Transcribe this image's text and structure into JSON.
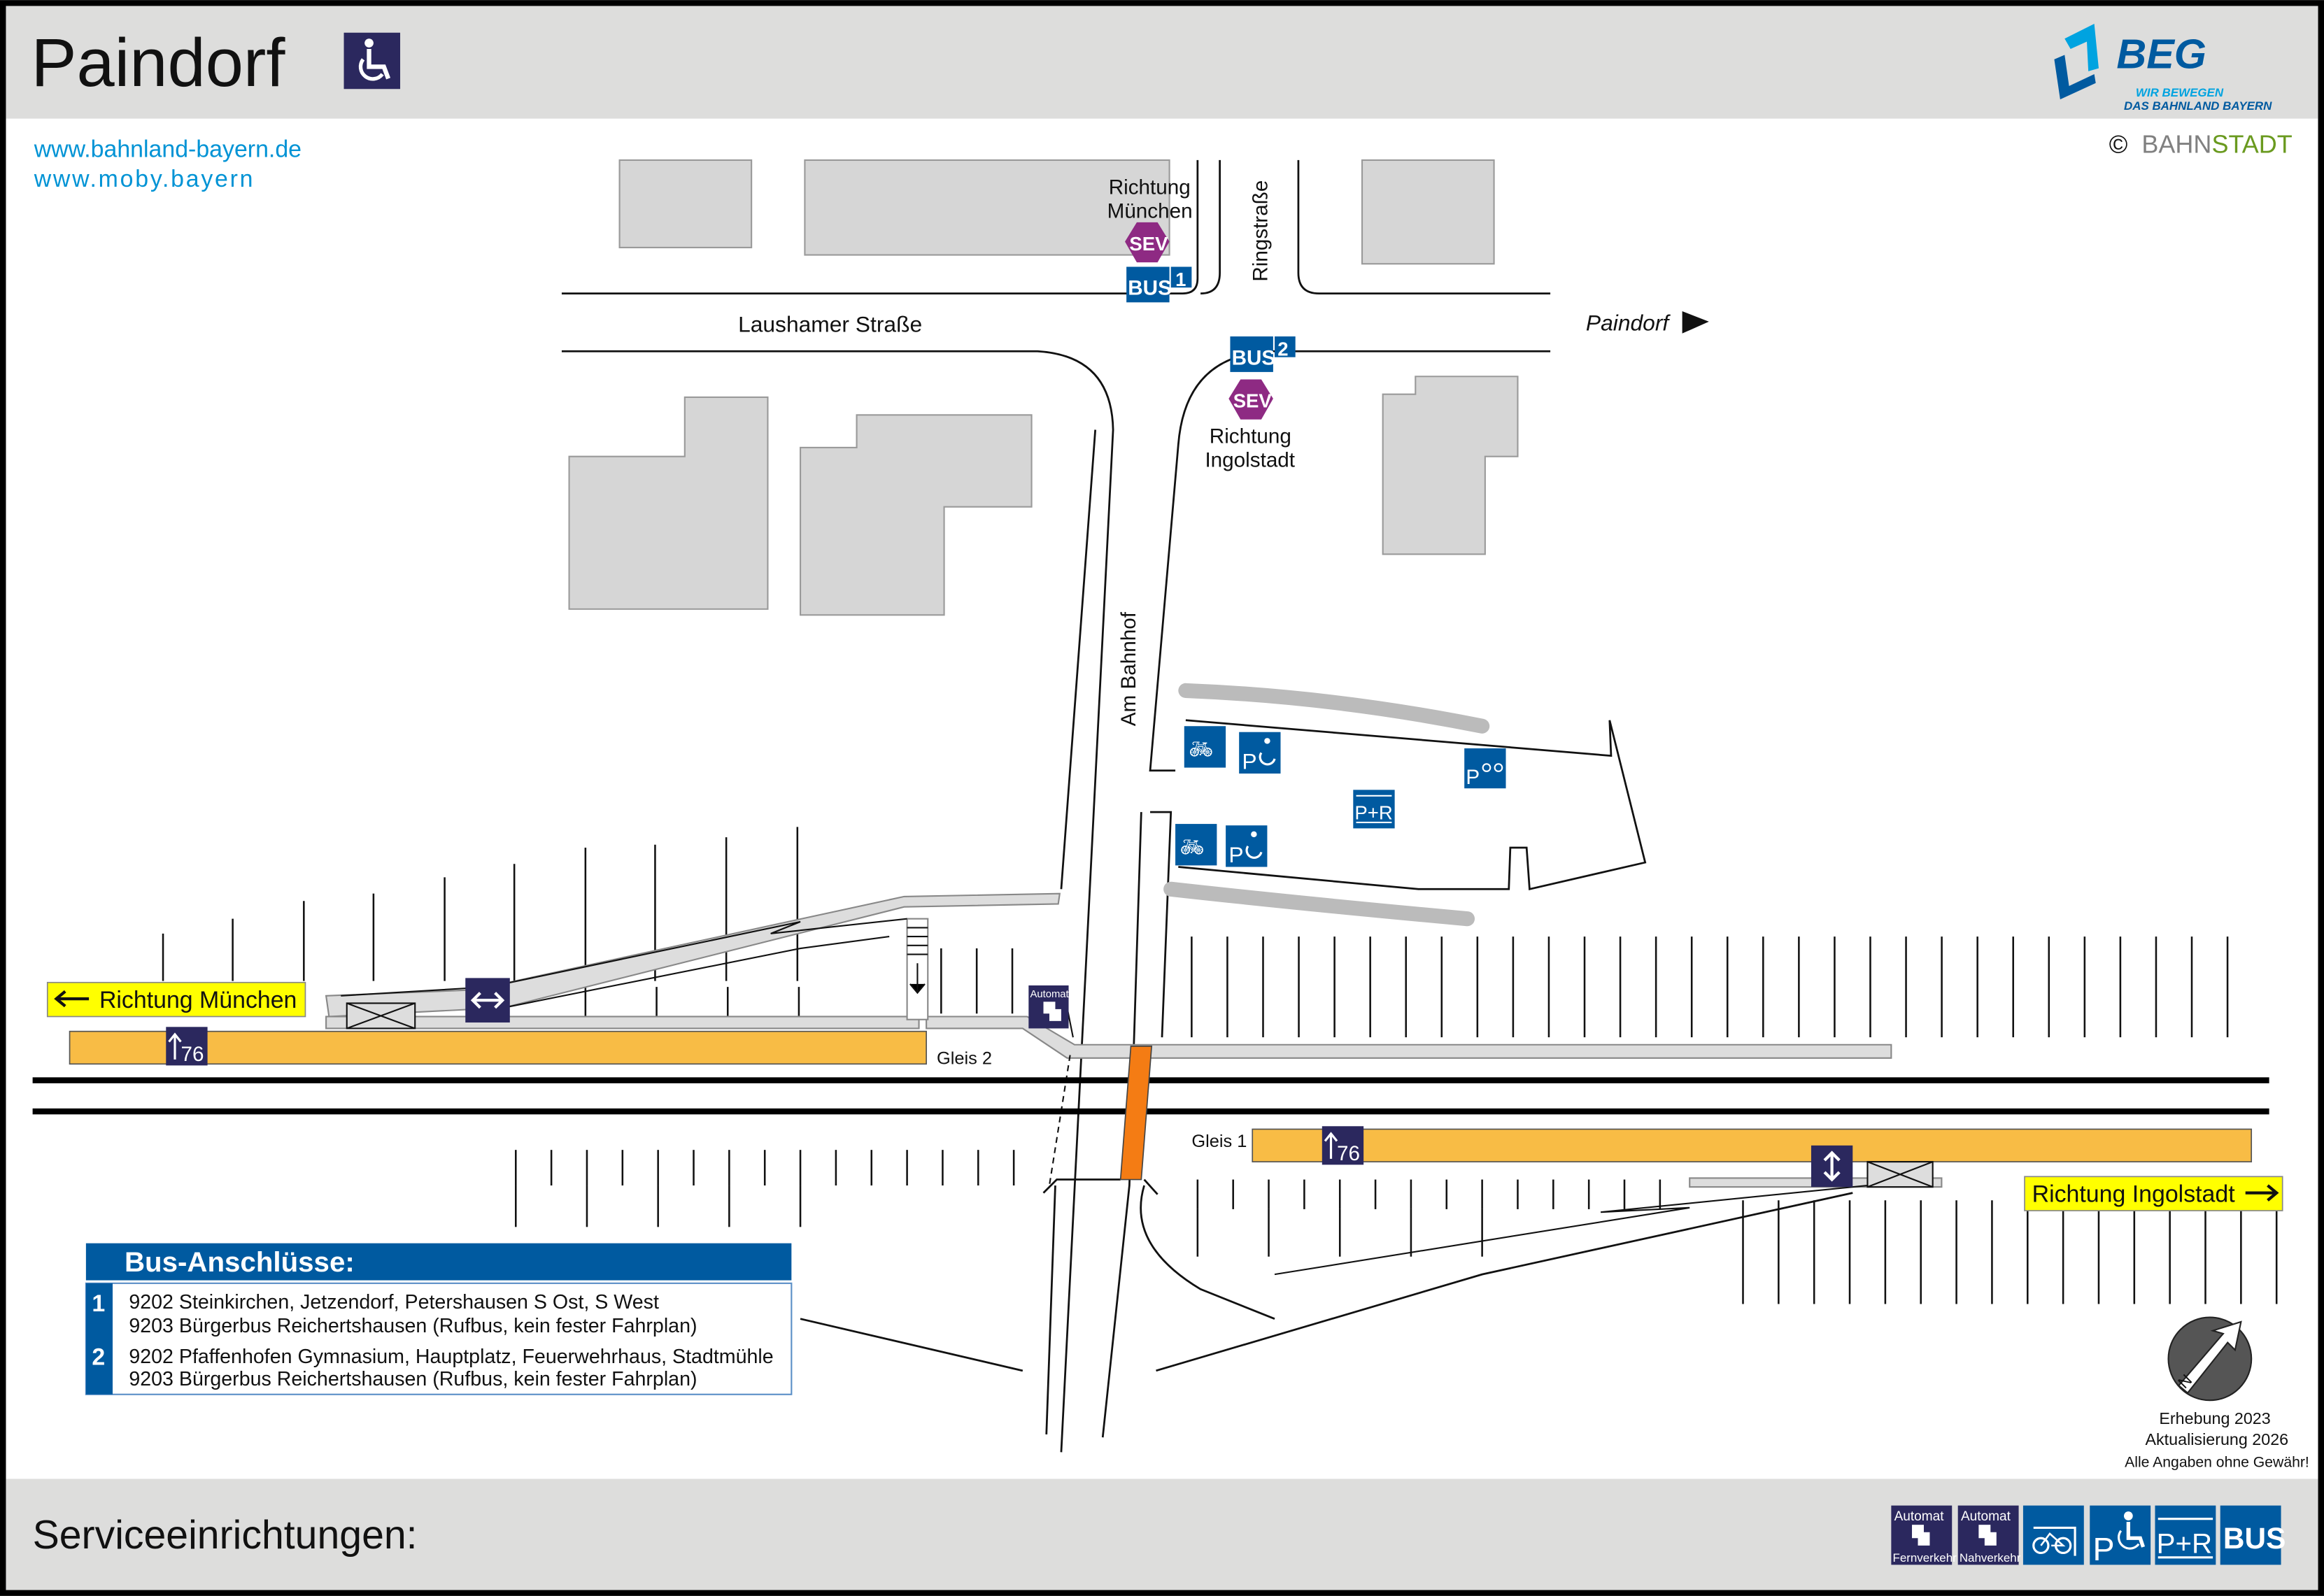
{
  "header": {
    "title": "Paindorf",
    "accessibility_icon": "wheelchair-icon",
    "links": [
      "www.bahnland-bayern.de",
      "www.moby.bayern"
    ],
    "logo": {
      "name": "BEG",
      "slogan_1": "WIR BEWEGEN",
      "slogan_2": "DAS BAHNLAND BAYERN"
    },
    "copyright": {
      "symbol": "©",
      "part1": "BAHN",
      "part2": "STADT"
    }
  },
  "colors": {
    "platform": "#f8bc45",
    "crossing": "#f47c14",
    "blue": "#005aa0",
    "dark_blue": "#2b285e",
    "sev": "#8e2a83",
    "header_gray": "#dddddc",
    "building": "#d6d6d6",
    "highlight": "#ffff00"
  },
  "map": {
    "streets": {
      "laushamer": "Laushamer Straße",
      "ringstrasse": "Ringstraße",
      "am_bahnhof": "Am Bahnhof",
      "paindorf": "Paindorf"
    },
    "stops": {
      "stop1": {
        "label_1": "Richtung",
        "label_2": "München",
        "sev": "SEV",
        "bus": "BUS",
        "number": "1"
      },
      "stop2": {
        "label_1": "Richtung",
        "label_2": "Ingolstadt",
        "sev": "SEV",
        "bus": "BUS",
        "number": "2"
      }
    },
    "tracks": {
      "gleis2": "Gleis 2",
      "gleis1": "Gleis 1",
      "platform_height": "76",
      "direction_west": "Richtung München",
      "direction_east": "Richtung Ingolstadt"
    },
    "facilities": {
      "pr": "P+R",
      "p": "P",
      "automat": "Automat"
    }
  },
  "bus_table": {
    "title": "Bus-Anschlüsse:",
    "rows": [
      {
        "number": "1",
        "line_1": "9202 Steinkirchen, Jetzendorf, Petershausen S Ost, S West",
        "line_2": "9203 Bürgerbus Reichertshausen (Rufbus, kein fester Fahrplan)"
      },
      {
        "number": "2",
        "line_1": "9202 Pfaffenhofen Gymnasium, Hauptplatz, Feuerwehrhaus, Stadtmühle",
        "line_2": "9203 Bürgerbus Reichertshausen (Rufbus, kein fester Fahrplan)"
      }
    ]
  },
  "info": {
    "compass": "N",
    "survey": "Erhebung 2023",
    "update": "Aktualisierung 2026",
    "disclaimer": "Alle Angaben ohne Gewähr!"
  },
  "footer": {
    "title": "Serviceeinrichtungen:",
    "icons": [
      {
        "icon": "ticket-machine-long-distance-icon",
        "top": "Automat",
        "bottom": "Fernverkehr"
      },
      {
        "icon": "ticket-machine-regional-icon",
        "top": "Automat",
        "bottom": "Nahverkehr"
      },
      {
        "icon": "bike-parking-icon"
      },
      {
        "icon": "disabled-parking-icon",
        "label": "P"
      },
      {
        "icon": "park-and-ride-icon",
        "label": "P+R"
      },
      {
        "icon": "bus-icon",
        "label": "BUS"
      }
    ]
  }
}
